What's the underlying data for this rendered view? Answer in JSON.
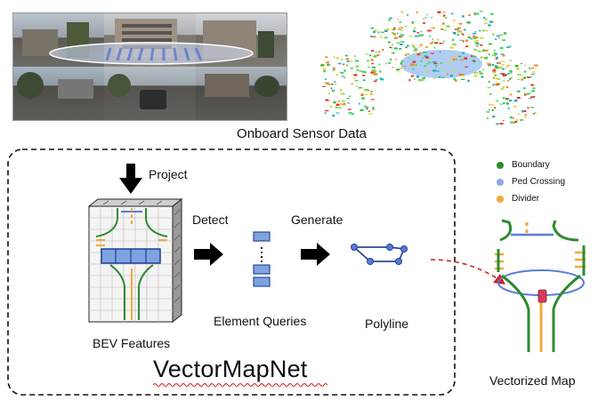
{
  "sensor": {
    "caption": "Onboard Sensor Data"
  },
  "steps": {
    "project": "Project",
    "detect": "Detect",
    "generate": "Generate"
  },
  "labels": {
    "bev_features": "BEV Features",
    "element_queries": "Element Queries",
    "polyline": "Polyline",
    "vectorized_map": "Vectorized Map",
    "model_name": "VectorMapNet"
  },
  "legend": {
    "items": [
      {
        "label": "Boundary",
        "color": "#2e8b2e"
      },
      {
        "label": "Ped Crossing",
        "color": "#8fa8e8"
      },
      {
        "label": "Divider",
        "color": "#f2a93b"
      }
    ]
  },
  "colors": {
    "boundary": "#2e8b2e",
    "ped_crossing": "#5b7bd8",
    "divider": "#f2a93b",
    "query_fill": "#7ea3e0",
    "query_stroke": "#2b4a9a",
    "link_arrow": "#d62020"
  }
}
